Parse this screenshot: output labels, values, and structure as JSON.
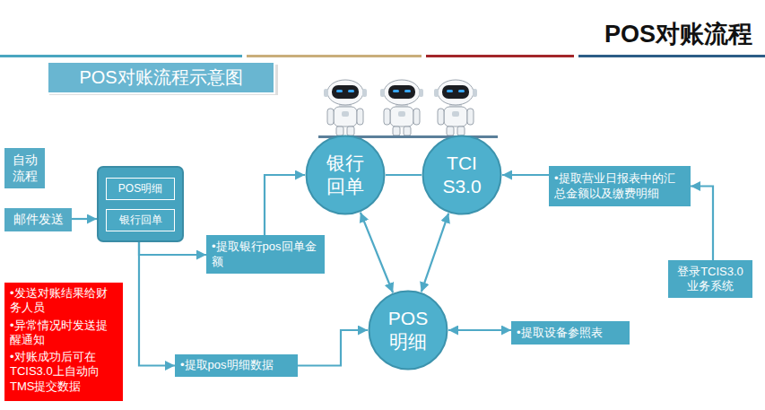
{
  "diagram": {
    "title": "POS对账流程",
    "nodes": [
      {
        "text": [
          "POS对账流程示意图"
        ]
      },
      {
        "text": [
          "自动流程"
        ]
      },
      {
        "text": [
          "邮件发送"
        ]
      },
      {
        "text": []
      },
      {
        "text": [
          "POS明细"
        ],
        "in": 3
      },
      {
        "text": [
          "银行回单"
        ],
        "in": 3
      },
      {
        "text": [
          "•提取银行pos回单金额"
        ]
      },
      {
        "text": [
          "银行回单"
        ]
      },
      {
        "text": [
          "TCI S3.0"
        ]
      },
      {
        "text": [
          "•提取营业日报表中的汇总金额以及缴费明细"
        ]
      },
      {
        "text": [
          "登录TCIS3.0业务系统"
        ]
      },
      {
        "text": [
          "POS明细"
        ]
      },
      {
        "text": [
          "•提取设备参照表"
        ]
      },
      {
        "text": [
          "•提取pos明细数据"
        ]
      },
      {
        "text": [
          "•发送对账结果给财务人员",
          "•异常情况时发送提醒通知",
          "•对账成功后可在TCIS3.0上自动向TMS提交数据"
        ]
      }
    ],
    "edges": [
      {
        "from": 2,
        "to": 3,
        "arrow": "to"
      },
      {
        "from": 3,
        "to": 6,
        "arrow": "to"
      },
      {
        "from": 6,
        "to": 7,
        "arrow": "to"
      },
      {
        "from": 3,
        "to": 13,
        "arrow": "to"
      },
      {
        "from": 13,
        "to": 11,
        "arrow": "to"
      },
      {
        "from": 7,
        "to": 8,
        "arrow": "none"
      },
      {
        "from": 7,
        "to": 11,
        "arrow": "both"
      },
      {
        "from": 8,
        "to": 11,
        "arrow": "both"
      },
      {
        "from": 9,
        "to": 8,
        "arrow": "to"
      },
      {
        "from": 10,
        "to": 9,
        "arrow": "to"
      },
      {
        "from": 12,
        "to": 11,
        "arrow": "both"
      }
    ]
  }
}
